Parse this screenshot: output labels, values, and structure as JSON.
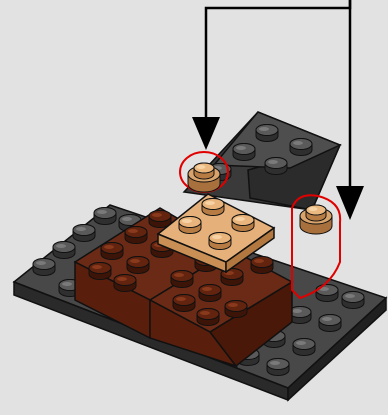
{
  "diagram": {
    "kind": "lego-build-step",
    "instruction_arrows": 2,
    "highlighted_parts": [
      "round-plate-left",
      "round-plate-right"
    ],
    "colors": {
      "background": "#e2e2e2",
      "dark_stone_grey": "#424242",
      "reddish_brown": "#6e2a14",
      "nougat": "#e7b37c",
      "highlight_outline": "#e00000",
      "arrow": "#000000"
    }
  }
}
